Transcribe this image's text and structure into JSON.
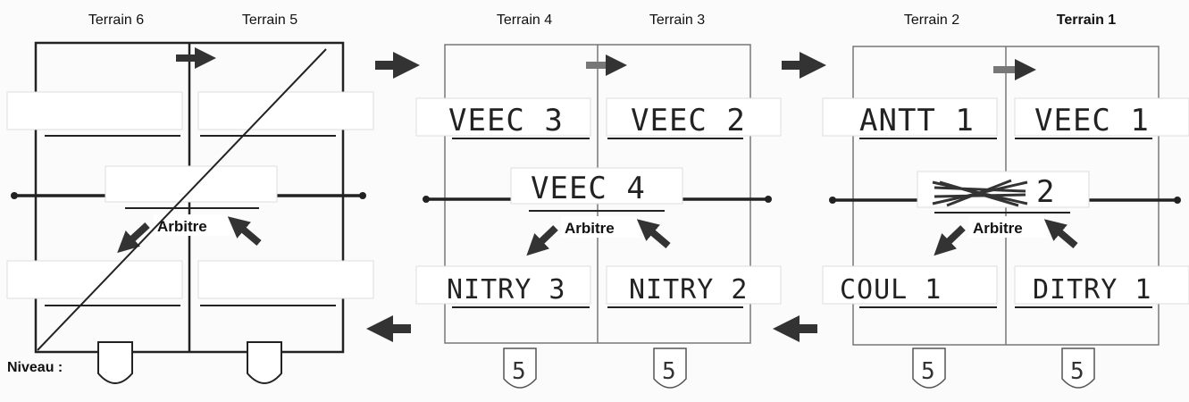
{
  "terrain_labels": [
    "Terrain 6",
    "Terrain 5",
    "Terrain 4",
    "Terrain 3",
    "Terrain 2",
    "Terrain 1"
  ],
  "arbitre_label": "Arbitre",
  "niveau_label": "Niveau :",
  "panels": [
    {
      "id": "terrains-6-5",
      "crossed_out": true,
      "top_left": "",
      "top_right": "",
      "center": "",
      "bottom_left": "",
      "bottom_right": "",
      "levels": [
        "",
        ""
      ]
    },
    {
      "id": "terrains-4-3",
      "crossed_out": false,
      "top_left": "VEEC 3",
      "top_right": "VEEC 2",
      "center": "VEEC 4",
      "bottom_left": "NITRY 3",
      "bottom_right": "NITRY 2",
      "levels": [
        "5",
        "5"
      ]
    },
    {
      "id": "terrains-2-1",
      "crossed_out": false,
      "top_left": "ANTT 1",
      "top_right": "VEEC 1",
      "center": "2",
      "center_scribbled": true,
      "bottom_left": "COUL 1",
      "bottom_right": "DITRY 1",
      "levels": [
        "5",
        "5"
      ]
    }
  ]
}
